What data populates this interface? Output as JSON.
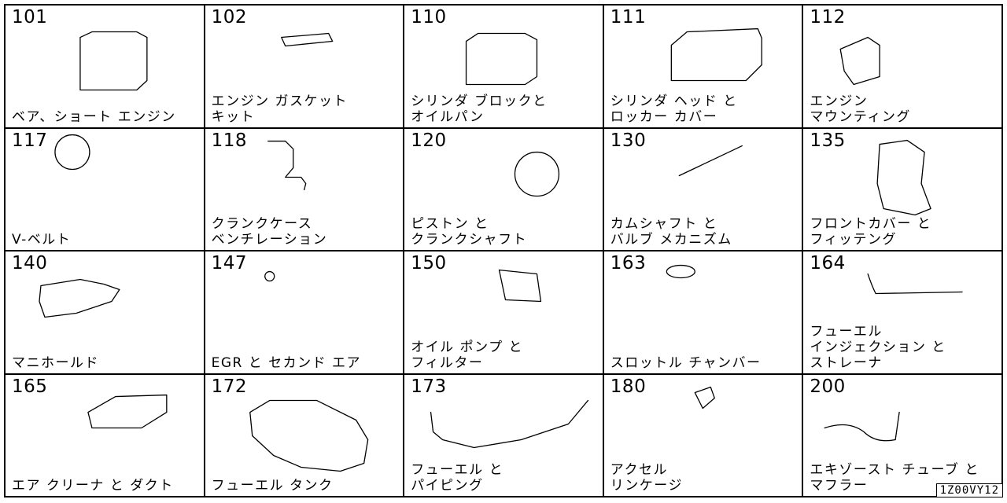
{
  "cells": [
    {
      "num": "101",
      "lines": [
        "ベア、ショート エンジン"
      ],
      "icon": "short-engine-icon"
    },
    {
      "num": "102",
      "lines": [
        "エンジン ガスケット",
        "キット"
      ],
      "icon": "gasket-kit-icon"
    },
    {
      "num": "110",
      "lines": [
        "シリンダ ブロックと",
        "オイルパン"
      ],
      "icon": "cylinder-block-icon"
    },
    {
      "num": "111",
      "lines": [
        "シリンダ ヘッド と",
        "ロッカー カバー"
      ],
      "icon": "cylinder-head-icon"
    },
    {
      "num": "112",
      "lines": [
        "エンジン",
        "マウンティング"
      ],
      "icon": "engine-mount-icon"
    },
    {
      "num": "117",
      "lines": [
        "V-ベルト"
      ],
      "icon": "v-belt-icon"
    },
    {
      "num": "118",
      "lines": [
        "クランクケース",
        "ベンチレーション"
      ],
      "icon": "crankcase-hose-icon"
    },
    {
      "num": "120",
      "lines": [
        "ピストン と",
        "クランクシャフト"
      ],
      "icon": "piston-crankshaft-icon"
    },
    {
      "num": "130",
      "lines": [
        "カムシャフト と",
        "バルブ メカニズム"
      ],
      "icon": "camshaft-valve-icon"
    },
    {
      "num": "135",
      "lines": [
        "フロントカバー と",
        "フィッテング"
      ],
      "icon": "front-cover-icon"
    },
    {
      "num": "140",
      "lines": [
        "マニホールド"
      ],
      "icon": "manifold-icon"
    },
    {
      "num": "147",
      "lines": [
        "EGR と セカンド エア"
      ],
      "icon": "egr-valve-icon"
    },
    {
      "num": "150",
      "lines": [
        "オイル ポンプ と",
        "フィルター"
      ],
      "icon": "oil-pump-filter-icon"
    },
    {
      "num": "163",
      "lines": [
        "スロットル チャンバー"
      ],
      "icon": "throttle-chamber-icon"
    },
    {
      "num": "164",
      "lines": [
        "フューエル",
        "インジェクション と",
        "ストレーナ"
      ],
      "icon": "fuel-injection-icon"
    },
    {
      "num": "165",
      "lines": [
        "エア クリーナ と ダクト"
      ],
      "icon": "air-cleaner-icon"
    },
    {
      "num": "172",
      "lines": [
        "フューエル タンク"
      ],
      "icon": "fuel-tank-icon"
    },
    {
      "num": "173",
      "lines": [
        "フューエル と",
        "パイピング"
      ],
      "icon": "fuel-piping-icon"
    },
    {
      "num": "180",
      "lines": [
        "アクセル",
        "リンケージ"
      ],
      "icon": "accelerator-linkage-icon"
    },
    {
      "num": "200",
      "lines": [
        "エキゾースト チューブ と",
        "マフラー"
      ],
      "icon": "exhaust-muffler-icon"
    }
  ],
  "code": "1Z00VY12"
}
